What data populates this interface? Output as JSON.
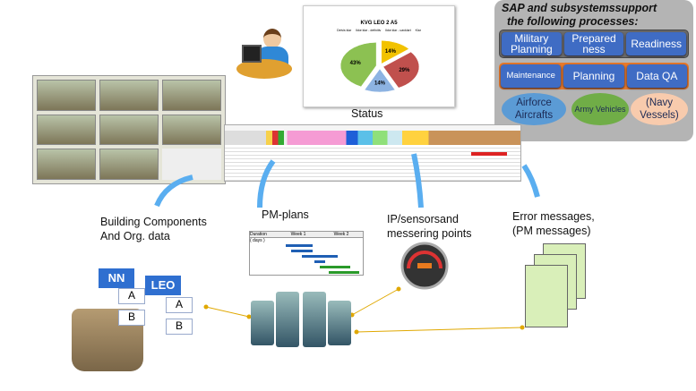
{
  "panel": {
    "title_line1": "SAP and subsystemssupport",
    "title_line2": "the following processes:",
    "row1": [
      "Military Planning",
      "Prepared ness",
      "Readiness"
    ],
    "row2": [
      "Maintenance",
      "Planning",
      "Data QA"
    ],
    "domains": [
      "Airforce Aircrafts",
      "Army Vehicles",
      "(Navy Vessels)"
    ]
  },
  "chart": {
    "title": "KVG LEO 2 A5",
    "legend": [
      "Delvis klar",
      "Ikke klar - definitiv",
      "Ikke klar - uavklart",
      "Klar"
    ],
    "slices": [
      {
        "label": "14%",
        "value": 14,
        "color": "#f2c200"
      },
      {
        "label": "29%",
        "value": 29,
        "color": "#c0504d"
      },
      {
        "label": "14%",
        "value": 14,
        "color": "#8db3e2"
      },
      {
        "label": "43%",
        "value": 43,
        "color": "#8cc152"
      }
    ]
  },
  "labels": {
    "status": "Status",
    "building": "Building Components And Org. data",
    "pm_plans": "PM-plans",
    "ip": "IP/sensorsand messering points",
    "errors": "Error messages, (PM messages)",
    "nn": "NN",
    "leo": "LEO",
    "a": "A",
    "b": "B"
  },
  "gantt": {
    "col1": "Duration",
    "col1b": "( days )",
    "week1": "Week 1",
    "week2": "Week 2"
  }
}
